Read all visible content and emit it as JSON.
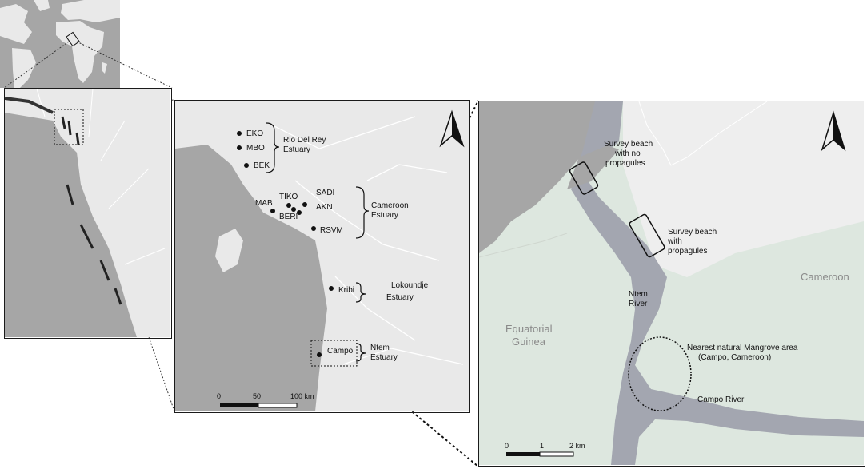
{
  "colors": {
    "water": "#a6a6a6",
    "land": "#e9e9e9",
    "road": "#ffffff",
    "green_land": "#dde7df",
    "river": "#a3a6b0",
    "ink": "#111111",
    "mangrove": "#222222"
  },
  "regional_map": {
    "sites": [
      {
        "code": "EKO"
      },
      {
        "code": "MBO"
      },
      {
        "code": "BEK"
      },
      {
        "code": "TIKO"
      },
      {
        "code": "SADI"
      },
      {
        "code": "MAB"
      },
      {
        "code": "AKN"
      },
      {
        "code": "BERI"
      },
      {
        "code": "RSVM"
      },
      {
        "code": "Kribi"
      },
      {
        "code": "Campo"
      }
    ],
    "estuaries": [
      {
        "line1": "Rio Del Rey",
        "line2": "Estuary"
      },
      {
        "line1": "Cameroon",
        "line2": "Estuary"
      },
      {
        "line1": "Lokoundje",
        "line2": "Estuary"
      },
      {
        "line1": "Ntem",
        "line2": "Estuary"
      }
    ],
    "scale": {
      "ticks": [
        "0",
        "50",
        "100 km"
      ]
    },
    "north_arrow_icon": "north-arrow-icon"
  },
  "detail_map": {
    "beaches": [
      {
        "line1": "Survey beach",
        "line2": "with no",
        "line3": "propagules"
      },
      {
        "line1": "Survey beach",
        "line2": "with",
        "line3": "propagules"
      }
    ],
    "river_ntem": {
      "line1": "Ntem",
      "line2": "River"
    },
    "campo_river": "Campo River",
    "country_cameroon": "Cameroon",
    "country_eq_guinea": {
      "line1": "Equatorial",
      "line2": "Guinea"
    },
    "mangrove_area": {
      "line1": "Nearest natural Mangrove area",
      "line2": "(Campo, Cameroon)"
    },
    "scale": {
      "ticks": [
        "0",
        "1",
        "2 km"
      ]
    },
    "north_arrow_icon": "north-arrow-icon"
  }
}
